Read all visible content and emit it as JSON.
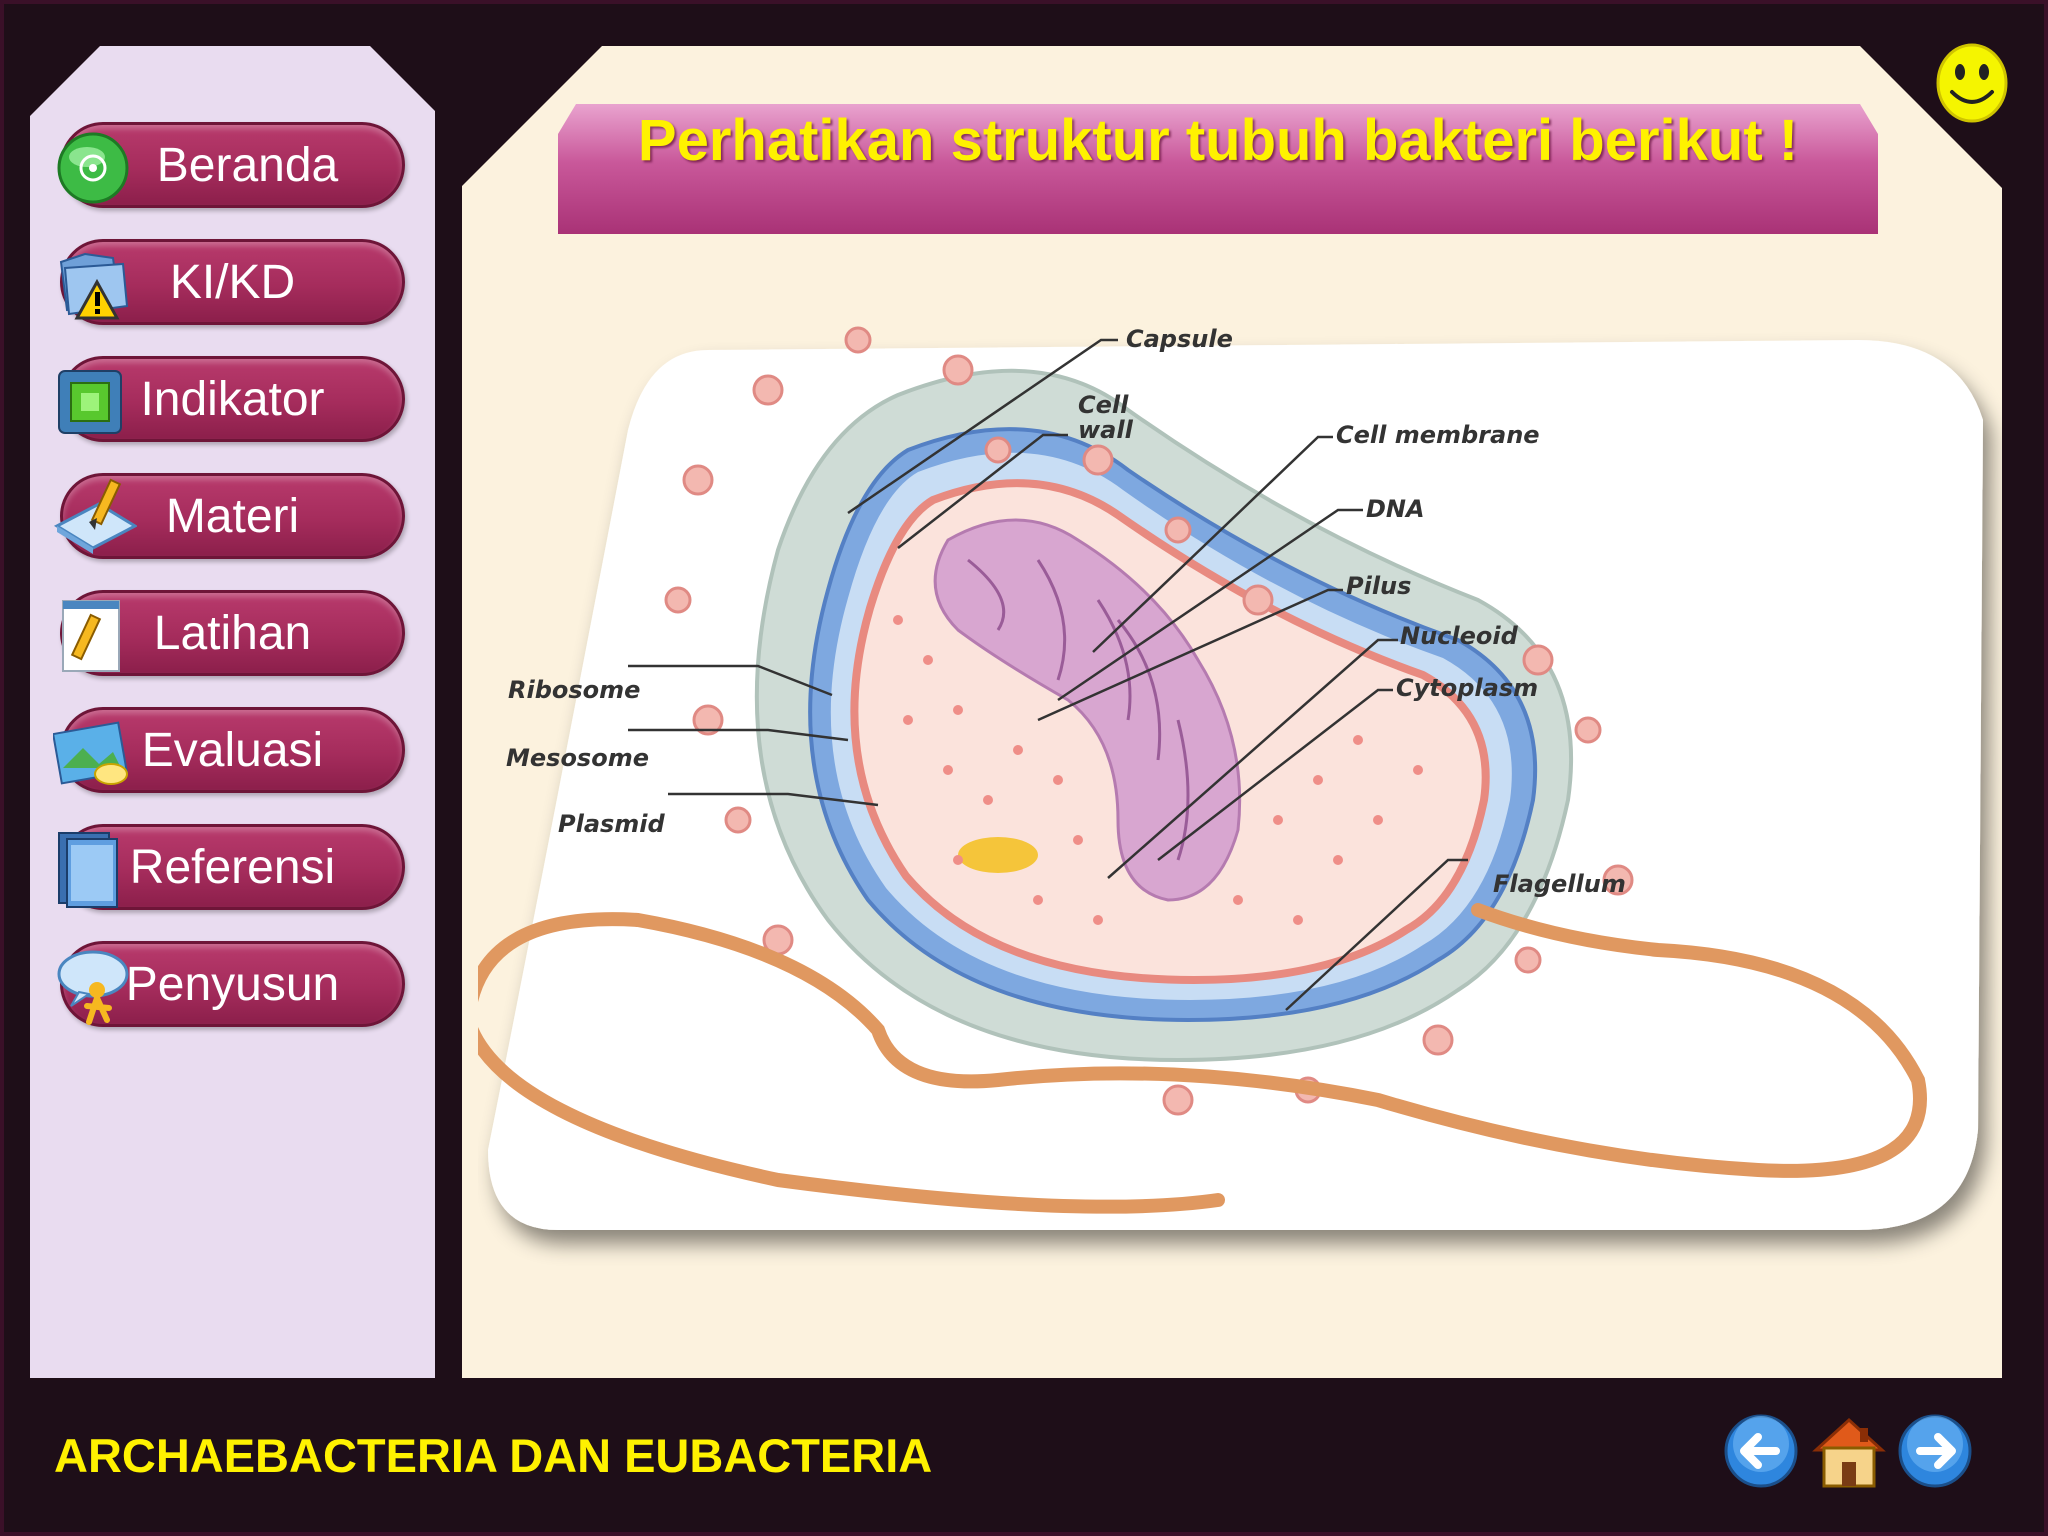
{
  "sidebar": {
    "items": [
      {
        "label": "Beranda",
        "icon": "home-globe-icon"
      },
      {
        "label": "KI/KD",
        "icon": "folder-warning-icon"
      },
      {
        "label": "Indikator",
        "icon": "chip-icon"
      },
      {
        "label": "Materi",
        "icon": "pencil-book-icon"
      },
      {
        "label": "Latihan",
        "icon": "notepad-pencil-icon"
      },
      {
        "label": "Evaluasi",
        "icon": "picture-paint-icon"
      },
      {
        "label": "Referensi",
        "icon": "books-icon"
      },
      {
        "label": "Penyusun",
        "icon": "person-chat-icon"
      }
    ]
  },
  "main": {
    "title": "Perhatikan struktur tubuh bakteri berikut !"
  },
  "diagram": {
    "labels": {
      "capsule": "Capsule",
      "cell_wall_line1": "Cell",
      "cell_wall_line2": "wall",
      "cell_membrane": "Cell membrane",
      "dna": "DNA",
      "pilus": "Pilus",
      "nucleoid": "Nucleoid",
      "cytoplasm": "Cytoplasm",
      "ribosome": "Ribosome",
      "mesosome": "Mesosome",
      "plasmid": "Plasmid",
      "flagellum": "Flagellum"
    }
  },
  "footer": {
    "title": "ARCHAEBACTERIA DAN EUBACTERIA",
    "buttons": [
      "back-arrow-icon",
      "home-icon",
      "next-arrow-icon"
    ]
  },
  "colors": {
    "background": "#1e0e18",
    "sidebar": "#e9dcf0",
    "button": "#a52c5c",
    "title_text": "#fff200",
    "main_panel": "#fcf2de"
  }
}
